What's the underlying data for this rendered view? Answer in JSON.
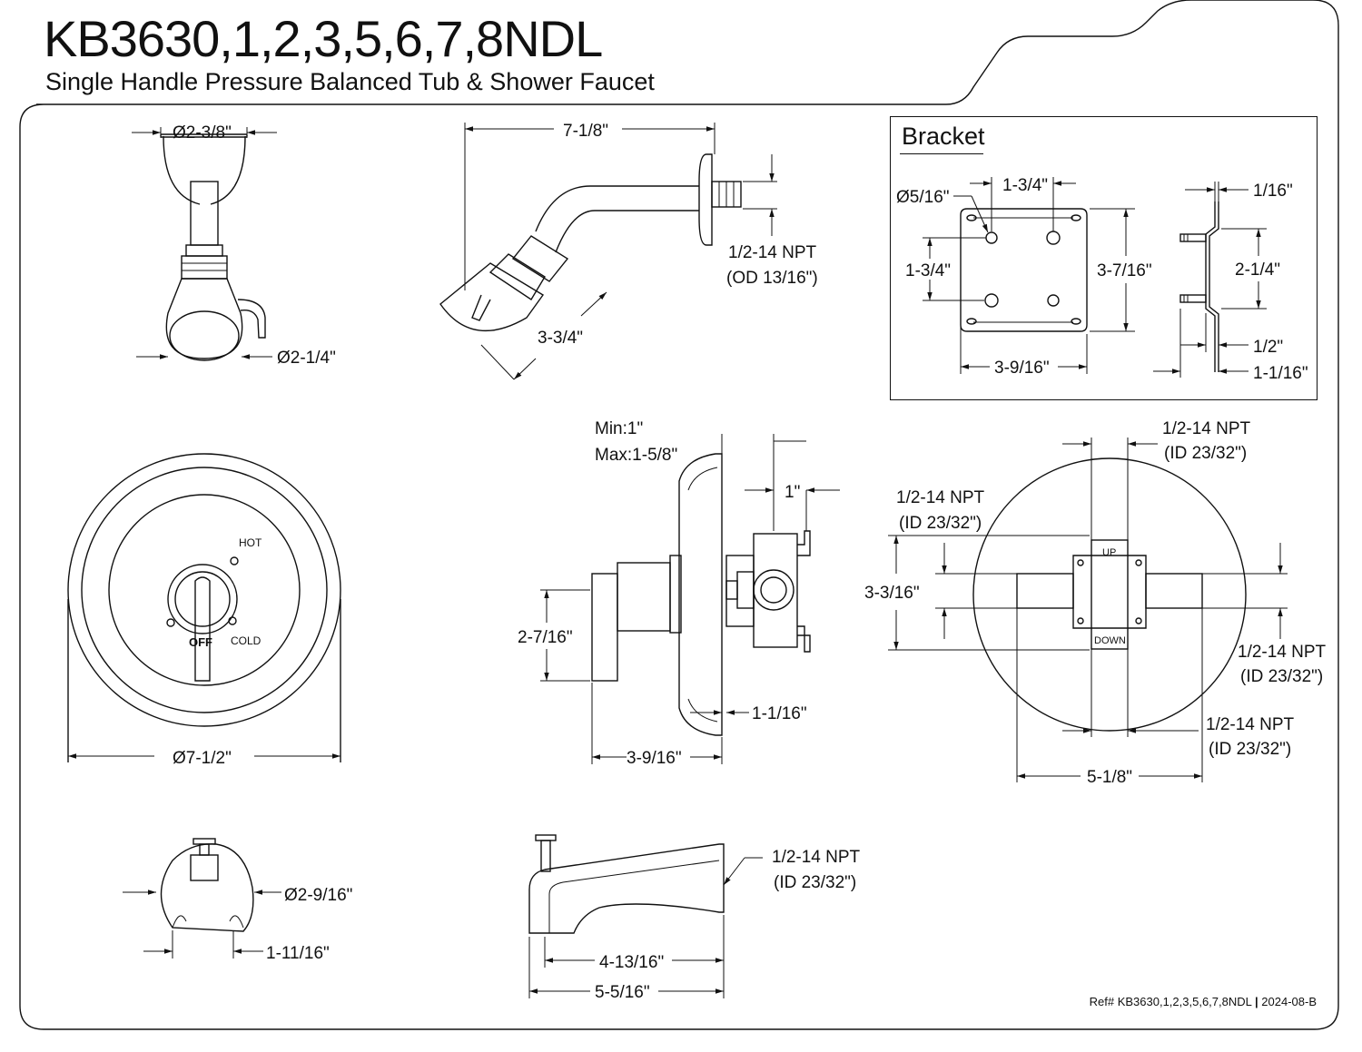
{
  "header": {
    "model": "KB3630,1,2,3,5,6,7,8NDL",
    "description": "Single Handle Pressure Balanced Tub & Shower Faucet"
  },
  "footer": {
    "ref_label": "Ref#",
    "ref_model": "KB3630,1,2,3,5,6,7,8NDL",
    "separator": "|",
    "revision": "2024-08-B"
  },
  "shower_head_front": {
    "flange_diameter": "Ø2-3/8\"",
    "head_diameter": "Ø2-1/4\""
  },
  "shower_arm_side": {
    "arm_length": "7-1/8\"",
    "thread_line1": "1/2-14 NPT",
    "thread_line2": "(OD 13/16\")",
    "head_depth": "3-3/4\""
  },
  "bracket": {
    "title": "Bracket",
    "hole_diameter": "Ø5/16\"",
    "hole_spacing_h": "1-3/4\"",
    "hole_spacing_v": "1-3/4\"",
    "plate_height": "3-7/16\"",
    "plate_width": "3-9/16\"",
    "thickness": "1/16\"",
    "stud_spacing": "2-1/4\"",
    "offset_small": "1/2\"",
    "offset_total": "1-1/16\""
  },
  "trim_plate": {
    "diameter": "Ø7-1/2\"",
    "hot_label": "HOT",
    "cold_label": "COLD",
    "off_label": "OFF"
  },
  "valve_side": {
    "depth_line1": "Min:1\"",
    "depth_line2": "Max:1-5/8\"",
    "stub": "1\"",
    "handle_height": "2-7/16\"",
    "plate_offset": "1-1/16\"",
    "total_depth": "3-9/16\""
  },
  "valve_back": {
    "top_port_line1": "1/2-14 NPT",
    "top_port_line2": "(ID 23/32\")",
    "left_port_line1": "1/2-14 NPT",
    "left_port_line2": "(ID 23/32\")",
    "right_port_line1": "1/2-14 NPT",
    "right_port_line2": "(ID 23/32\")",
    "bottom_port_line1": "1/2-14 NPT",
    "bottom_port_line2": "(ID 23/32\")",
    "height": "3-3/16\"",
    "width": "5-1/8\"",
    "up_label": "UP",
    "down_label": "DOWN"
  },
  "spout_front": {
    "diameter": "Ø2-9/16\"",
    "width": "1-11/16\""
  },
  "spout_side": {
    "thread_line1": "1/2-14 NPT",
    "thread_line2": "(ID 23/32\")",
    "reach": "4-13/16\"",
    "length": "5-5/16\""
  }
}
